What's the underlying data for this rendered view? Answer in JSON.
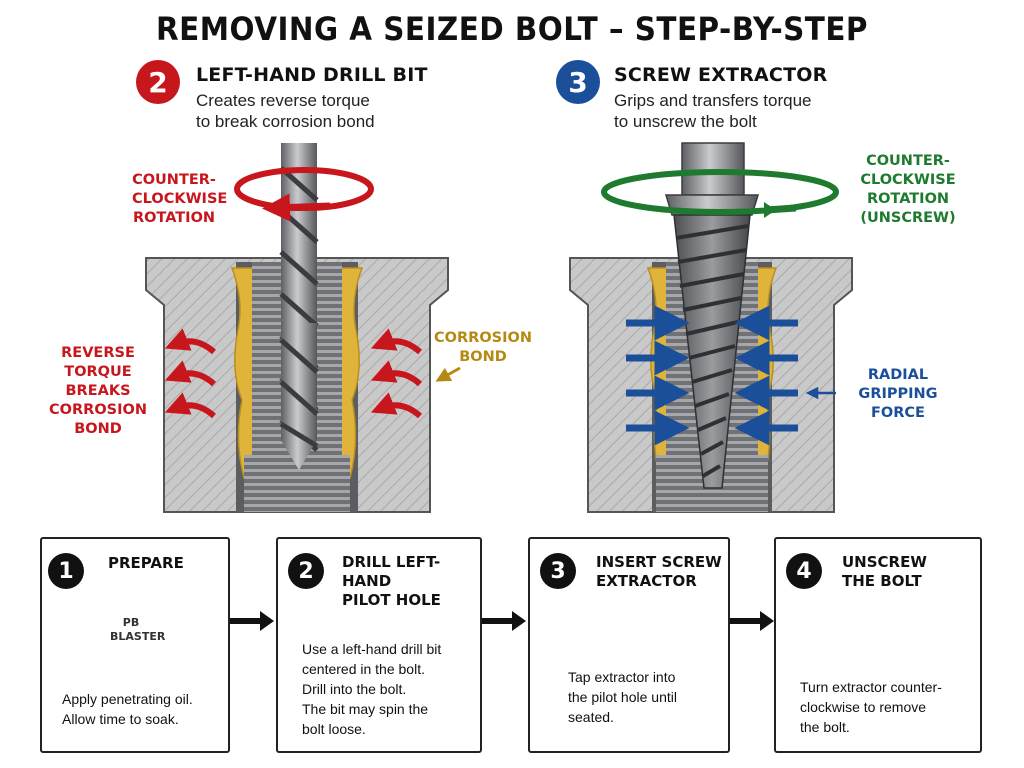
{
  "title": "REMOVING A SEIZED BOLT – STEP-BY-STEP",
  "colors": {
    "red": "#c8161d",
    "blue": "#1b4f9a",
    "green": "#1e7a2e",
    "gold": "#b58a12",
    "steel": "#8d8f93"
  },
  "left_section": {
    "badge": "2",
    "title": "LEFT-HAND DRILL BIT",
    "description": "Creates reverse torque\nto break corrosion bond",
    "callouts": {
      "rotation": "COUNTER-\nCLOCKWISE\nROTATION",
      "torque": "REVERSE\nTORQUE\nBREAKS\nCORROSION\nBOND",
      "corrosion": "CORROSION\nBOND"
    }
  },
  "right_section": {
    "badge": "3",
    "title": "SCREW EXTRACTOR",
    "description": "Grips and transfers torque\nto unscrew the bolt",
    "callouts": {
      "rotation": "COUNTER-\nCLOCKWISE\nROTATION\n(UNSCREW)",
      "gripping": "RADIAL\nGRIPPING\nFORCE"
    }
  },
  "steps": [
    {
      "number": "1",
      "title": "PREPARE",
      "description": "Apply penetrating oil.\nAllow time to soak.",
      "icon": "spray-can-icon",
      "can_label": "PB\nBLASTER"
    },
    {
      "number": "2",
      "title": "DRILL LEFT-HAND\nPILOT HOLE",
      "description": "Use a left-hand drill bit\ncentered in the bolt.\nDrill into the bolt.\nThe bit may spin the\nbolt loose.",
      "icon": "drill-bit-icon"
    },
    {
      "number": "3",
      "title": "INSERT SCREW\nEXTRACTOR",
      "description": "Tap extractor into\nthe pilot hole until\nseated.",
      "icon": "extractor-icon"
    },
    {
      "number": "4",
      "title": "UNSCREW\nTHE BOLT",
      "description": "Turn extractor counter-\nclockwise to remove\nthe bolt.",
      "icon": "bolt-rotate-icon"
    }
  ]
}
